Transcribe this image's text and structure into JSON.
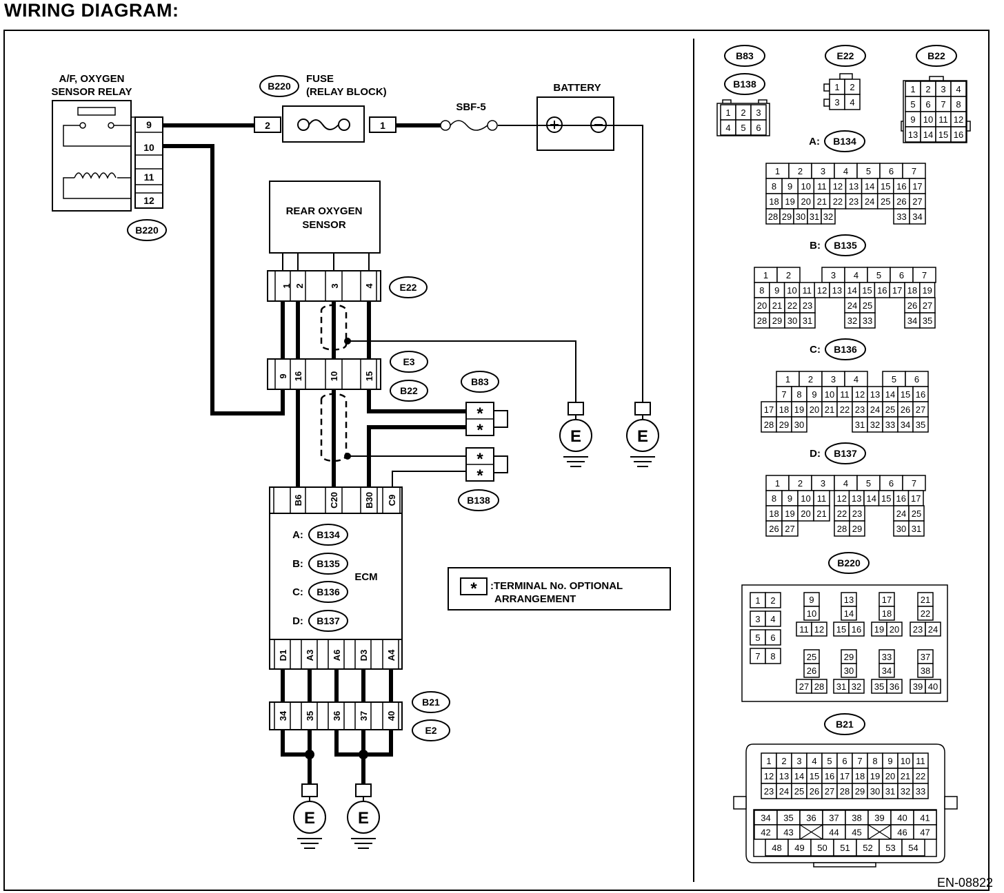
{
  "title": "WIRING DIAGRAM:",
  "doc_code": "EN-08822",
  "components": {
    "relay": {
      "line1": "A/F, OXYGEN",
      "line2": "SENSOR RELAY",
      "connector": "B220",
      "pins": [
        "9",
        "10",
        "11",
        "12"
      ]
    },
    "fuse": {
      "line1": "FUSE",
      "line2": "(RELAY BLOCK)",
      "connector": "B220",
      "pin_left": "2",
      "pin_right": "1"
    },
    "sbf": {
      "label": "SBF-5"
    },
    "battery": {
      "label": "BATTERY",
      "plus": "⊕",
      "minus": "⊖"
    },
    "sensor": {
      "line1": "REAR OXYGEN",
      "line2": "SENSOR",
      "connector": "E22",
      "pins": [
        "1",
        "2",
        "3",
        "4"
      ]
    },
    "joint1": {
      "conn_a": "E3",
      "conn_b": "B22",
      "pins": [
        "9",
        "16",
        "10",
        "15"
      ]
    },
    "b83": {
      "label": "B83",
      "pins": [
        "*",
        "*"
      ]
    },
    "b138": {
      "label": "B138",
      "pins": [
        "*",
        "*"
      ]
    },
    "ecm": {
      "label": "ECM",
      "top_pins": [
        "B6",
        "C20",
        "B30",
        "C9"
      ],
      "bottom_pins": [
        "D1",
        "A3",
        "A6",
        "D3",
        "A4"
      ],
      "connectors": [
        {
          "key": "A:",
          "name": "B134"
        },
        {
          "key": "B:",
          "name": "B135"
        },
        {
          "key": "C:",
          "name": "B136"
        },
        {
          "key": "D:",
          "name": "B137"
        }
      ]
    },
    "joint2": {
      "conn_a": "B21",
      "conn_b": "E2",
      "pins": [
        "34",
        "35",
        "36",
        "37",
        "40"
      ]
    },
    "ground": "E",
    "note": {
      "symbol": "*",
      "line1": ":TERMINAL No. OPTIONAL",
      "line2": "ARRANGEMENT"
    }
  },
  "connector_views": {
    "b83_b138": {
      "labels": [
        "B83",
        "B138"
      ],
      "rows": [
        [
          "1",
          "2",
          "3"
        ],
        [
          "4",
          "5",
          "6"
        ]
      ]
    },
    "e22": {
      "label": "E22",
      "rows": [
        [
          "1",
          "2"
        ],
        [
          "3",
          "4"
        ]
      ]
    },
    "b22": {
      "label": "B22",
      "rows": [
        [
          "1",
          "2",
          "3",
          "4"
        ],
        [
          "5",
          "6",
          "7",
          "8"
        ],
        [
          "9",
          "10",
          "11",
          "12"
        ],
        [
          "13",
          "14",
          "15",
          "16"
        ]
      ]
    },
    "b134": {
      "prefix": "A:",
      "label": "B134",
      "rows": [
        [
          "1",
          "2",
          "3",
          "4",
          "5",
          "6",
          "7"
        ],
        [
          "8",
          "9",
          "10",
          "11",
          "12",
          "13",
          "14",
          "15",
          "16",
          "17"
        ],
        [
          "18",
          "19",
          "20",
          "21",
          "22",
          "23",
          "24",
          "25",
          "26",
          "27"
        ],
        [
          "28",
          "29",
          "30",
          "31",
          "32",
          "33",
          "34"
        ]
      ]
    },
    "b135": {
      "prefix": "B:",
      "label": "B135",
      "rows": [
        [
          "1",
          "2",
          "3",
          "4",
          "5",
          "6",
          "7"
        ],
        [
          "8",
          "9",
          "10",
          "11",
          "12",
          "13",
          "14",
          "15",
          "16",
          "17",
          "18",
          "19"
        ],
        [
          "20",
          "21",
          "22",
          "23",
          "24",
          "25",
          "26",
          "27"
        ],
        [
          "28",
          "29",
          "30",
          "31",
          "32",
          "33",
          "34",
          "35"
        ]
      ]
    },
    "b136": {
      "prefix": "C:",
      "label": "B136",
      "rows": [
        [
          "1",
          "2",
          "3",
          "4",
          "5",
          "6"
        ],
        [
          "7",
          "8",
          "9",
          "10",
          "11",
          "12",
          "13",
          "14",
          "15",
          "16"
        ],
        [
          "17",
          "18",
          "19",
          "20",
          "21",
          "22",
          "23",
          "24",
          "25",
          "26",
          "27"
        ],
        [
          "28",
          "29",
          "30",
          "31",
          "32",
          "33",
          "34",
          "35"
        ]
      ]
    },
    "b137": {
      "prefix": "D:",
      "label": "B137",
      "rows": [
        [
          "1",
          "2",
          "3",
          "4",
          "5",
          "6",
          "7"
        ],
        [
          "8",
          "9",
          "10",
          "11",
          "12",
          "13",
          "14",
          "15",
          "16",
          "17"
        ],
        [
          "18",
          "19",
          "20",
          "21",
          "22",
          "23",
          "24",
          "25"
        ],
        [
          "26",
          "27",
          "28",
          "29",
          "30",
          "31"
        ]
      ]
    },
    "b220": {
      "label": "B220",
      "pairs": [
        [
          "1",
          "2"
        ],
        [
          "3",
          "4"
        ],
        [
          "5",
          "6"
        ],
        [
          "7",
          "8"
        ]
      ],
      "groups": [
        [
          "9",
          "10",
          "11",
          "12"
        ],
        [
          "13",
          "14",
          "15",
          "16"
        ],
        [
          "17",
          "18",
          "19",
          "20"
        ],
        [
          "21",
          "22",
          "23",
          "24"
        ],
        [
          "25",
          "26",
          "27",
          "28"
        ],
        [
          "29",
          "30",
          "31",
          "32"
        ],
        [
          "33",
          "34",
          "35",
          "36"
        ],
        [
          "37",
          "38",
          "39",
          "40"
        ]
      ]
    },
    "b21": {
      "label": "B21",
      "rows": [
        [
          "1",
          "2",
          "3",
          "4",
          "5",
          "6",
          "7",
          "8",
          "9",
          "10",
          "11"
        ],
        [
          "12",
          "13",
          "14",
          "15",
          "16",
          "17",
          "18",
          "19",
          "20",
          "21",
          "22"
        ],
        [
          "23",
          "24",
          "25",
          "26",
          "27",
          "28",
          "29",
          "30",
          "31",
          "32",
          "33"
        ],
        [
          "34",
          "35",
          "36",
          "37",
          "38",
          "39",
          "40",
          "41"
        ],
        [
          "42",
          "43",
          "44",
          "45",
          "46",
          "47"
        ],
        [
          "48",
          "49",
          "50",
          "51",
          "52",
          "53",
          "54"
        ]
      ]
    }
  }
}
